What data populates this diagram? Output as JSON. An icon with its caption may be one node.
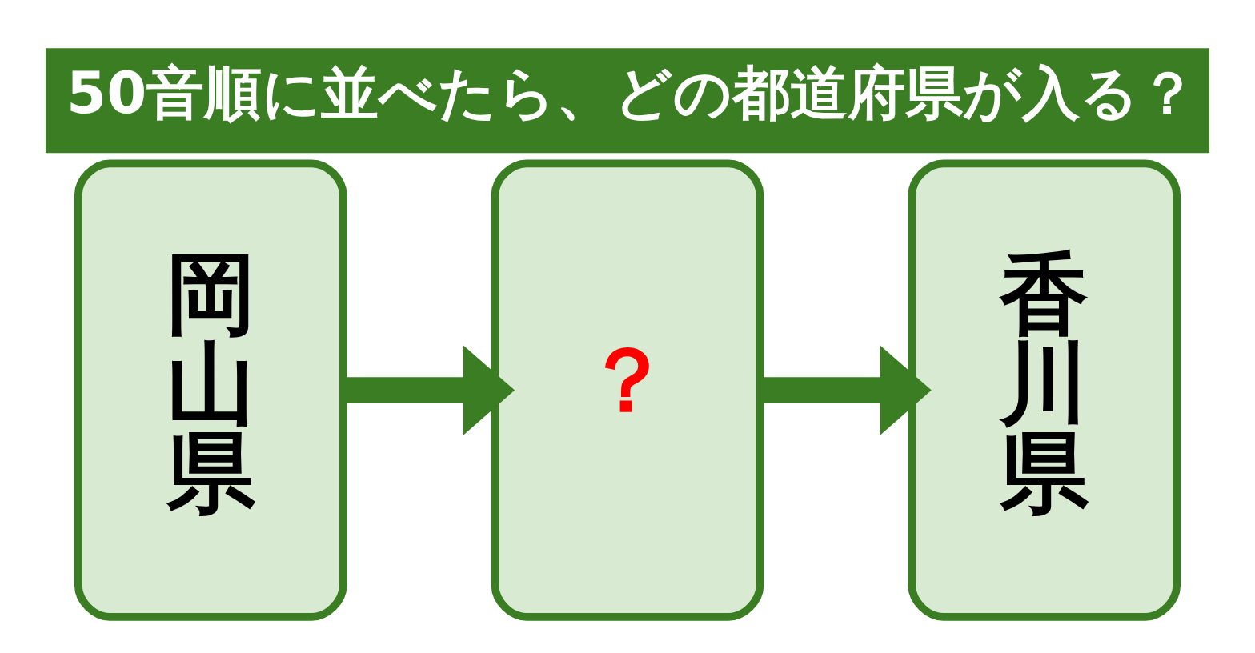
{
  "diagram": {
    "title": "50音順に並べたら、どの都道府県が入る？",
    "nodes": [
      {
        "text": [
          "岡山県"
        ]
      },
      {
        "text": [
          "？"
        ]
      },
      {
        "text": [
          "香川県"
        ]
      }
    ],
    "edges": [
      {
        "from": 0,
        "to": 1,
        "arrow": "to"
      },
      {
        "from": 1,
        "to": 2,
        "arrow": "to"
      }
    ]
  }
}
